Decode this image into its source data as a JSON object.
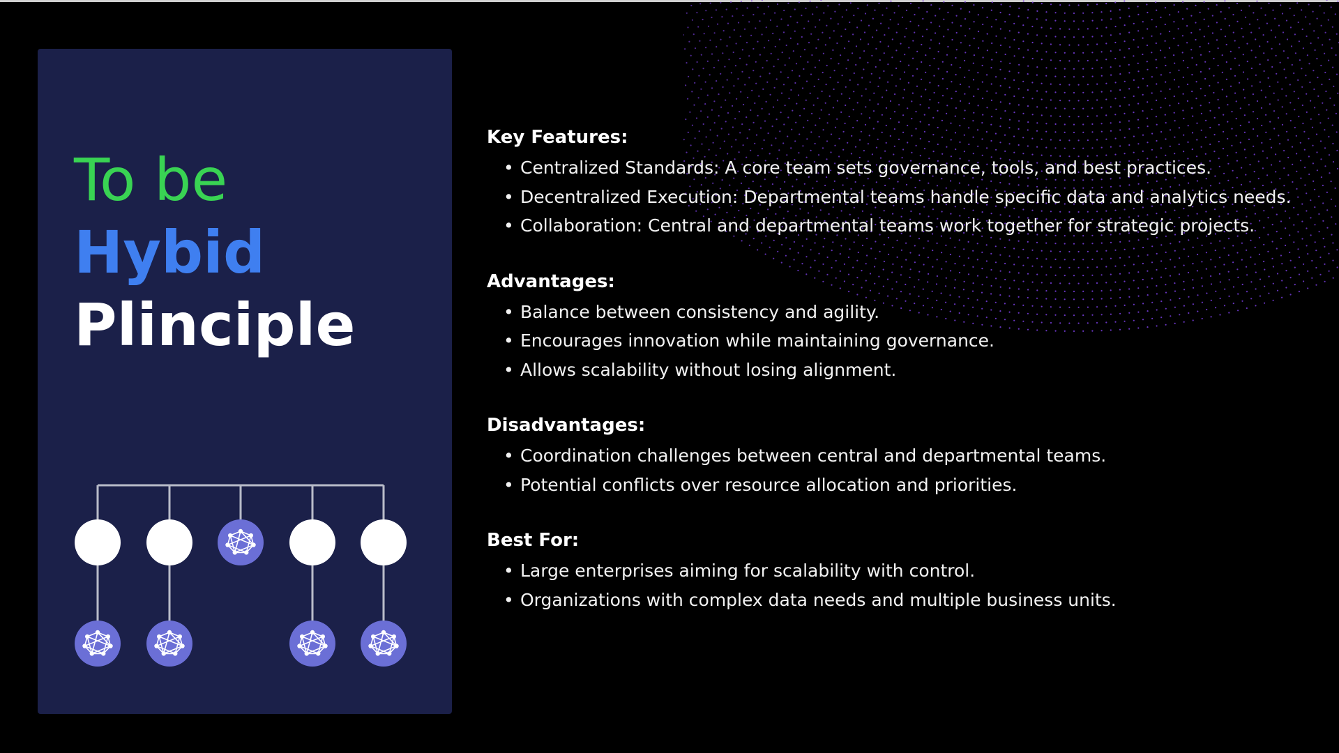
{
  "title": {
    "line1": "To be",
    "line2": "Hybid",
    "line3": "Plinciple"
  },
  "colors": {
    "background": "#000000",
    "panel": "#1b2049",
    "title_green": "#39d353",
    "title_blue": "#3f7ff0",
    "node_white": "#ffffff",
    "node_network": "#6b6fd6",
    "dots": "#7b3fe4"
  },
  "diagram": {
    "icons": [
      "hierarchy-connector-lines",
      "white-circle-node",
      "network-icon"
    ]
  },
  "sections": [
    {
      "heading": "Key Features:",
      "items": [
        "Centralized Standards: A core team sets governance, tools, and best practices.",
        "Decentralized Execution: Departmental teams handle specific data and analytics needs.",
        "Collaboration: Central and departmental teams work together for strategic projects."
      ]
    },
    {
      "heading": "Advantages:",
      "items": [
        "Balance between consistency and agility.",
        "Encourages innovation while maintaining governance.",
        "Allows scalability without losing alignment."
      ]
    },
    {
      "heading": "Disadvantages:",
      "items": [
        "Coordination challenges between central and departmental teams.",
        "Potential conflicts over resource allocation and priorities."
      ]
    },
    {
      "heading": "Best For:",
      "items": [
        "Large enterprises aiming for scalability with control.",
        "Organizations with complex data needs and multiple business units."
      ]
    }
  ],
  "bullet_char": "•"
}
